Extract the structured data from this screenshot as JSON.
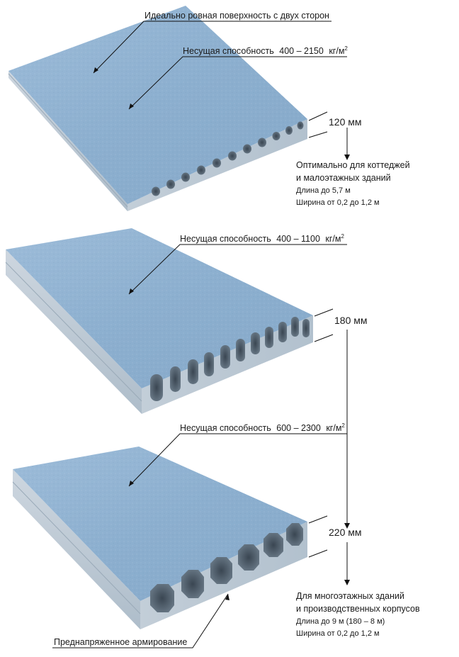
{
  "labels": {
    "surface": "Идеально ровная поверхность с двух сторон",
    "capacity_prefix": "Несущая способность",
    "capacity_unit": "кг/м",
    "capacity_sup": "2",
    "capacity_1": "400 – 2150",
    "capacity_2": "400 – 1100",
    "capacity_3": "600 – 2300",
    "prestressed": "Преднапряженное армирование"
  },
  "slabs": [
    {
      "thickness": "120 мм",
      "purpose_line1": "Оптимально для коттеджей",
      "purpose_line2": "и малоэтажных зданий",
      "length": "Длина до 5,7 м",
      "width": "Ширина от 0,2 до 1,2 м"
    },
    {
      "thickness": "180 мм"
    },
    {
      "thickness": "220 мм",
      "purpose_line1": "Для многоэтажных зданий",
      "purpose_line2": "и производственных корпусов",
      "length": "Длина до 9 м (180 – 8 м)",
      "width": "Ширина от 0,2 до 1,2 м"
    }
  ],
  "colors": {
    "slab_top": "#8fb3d3",
    "slab_side": "#c7d2dc",
    "slab_end": "#b9c7d3",
    "leader": "#111111"
  }
}
